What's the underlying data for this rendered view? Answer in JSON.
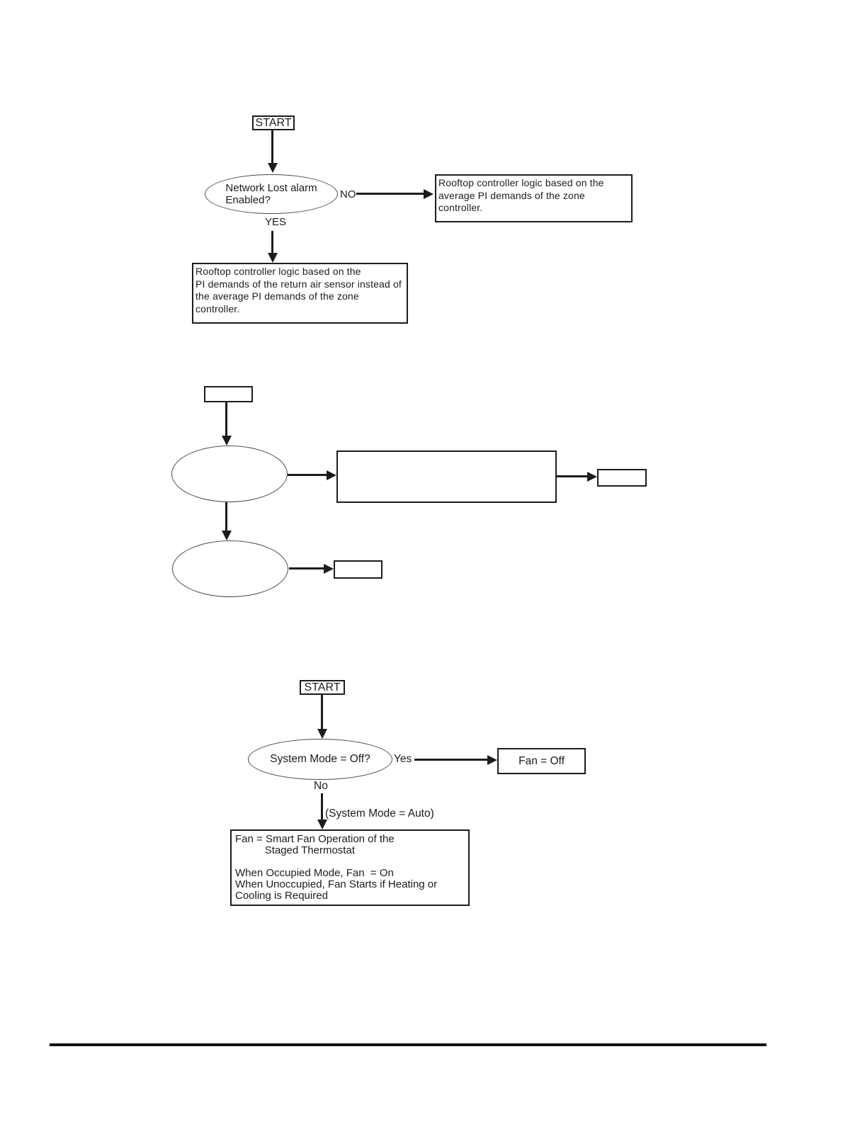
{
  "colors": {
    "ink": "#1c1c1c",
    "paper": "#ffffff"
  },
  "flowchart_network_lost": {
    "start_label": "START",
    "decision_text": "Network Lost alarm\nEnabled?",
    "no_label": "NO",
    "yes_label": "YES",
    "no_result_text": "Rooftop controller logic based on the\naverage PI demands of the zone\ncontroller.",
    "yes_result_text": "Rooftop controller logic based on the\nPI demands of the return air sensor instead of\nthe average PI demands of the zone controller."
  },
  "flowchart_blank_template": {
    "start_label": "",
    "decision1_text": "",
    "result1_text": "",
    "end1_text": "",
    "decision2_text": "",
    "end2_text": ""
  },
  "flowchart_fan_operation": {
    "start_label": "START",
    "decision_text": "System Mode = Off?",
    "yes_label": "Yes",
    "no_label": "No",
    "auto_annotation": "(System Mode = Auto)",
    "yes_result_text": "Fan = Off",
    "no_result_text": "Fan = Smart Fan Operation of the\n          Staged Thermostat\n\nWhen Occupied Mode, Fan  = On\nWhen Unoccupied, Fan Starts if Heating or\nCooling is Required"
  }
}
